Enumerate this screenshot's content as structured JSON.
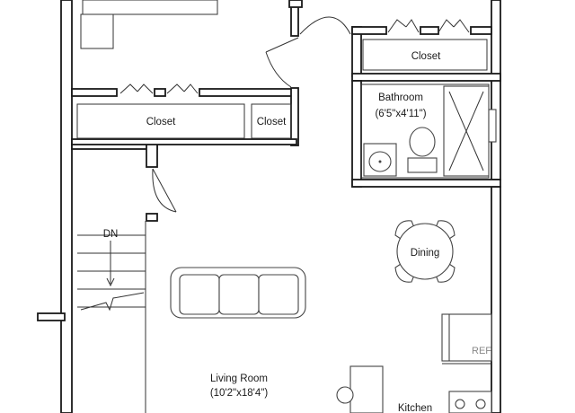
{
  "rooms": {
    "closet_upper_right": "Closet",
    "closet_mid_left": "Closet",
    "closet_small": "Closet",
    "bathroom_name": "Bathroom",
    "bathroom_size": "(6'5\"x4'11\")",
    "dining": "Dining",
    "living_room_name": "Living Room",
    "living_room_size": "(10'2\"x18'4\")",
    "kitchen": "Kitchen"
  },
  "stairs": {
    "direction_label": "DN"
  },
  "appliances": {
    "refrigerator_label": "REF"
  },
  "colors": {
    "wall": "#1a1a1a",
    "fixture": "#444444",
    "background": "#ffffff"
  }
}
